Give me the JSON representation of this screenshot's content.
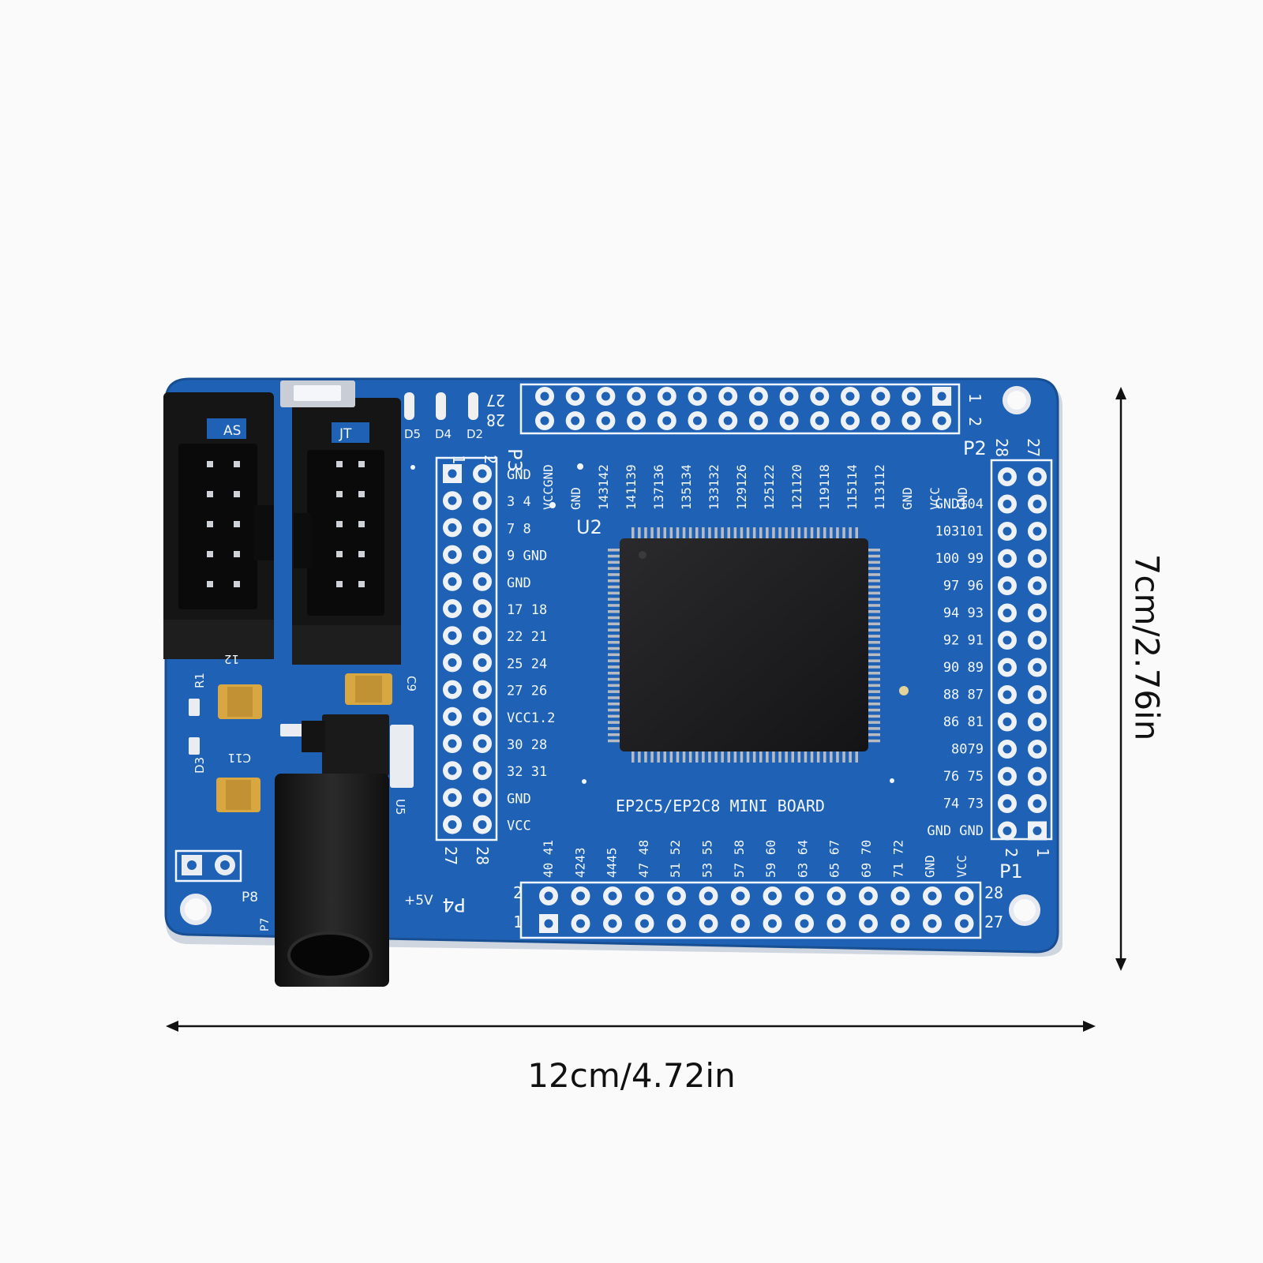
{
  "photo": {
    "dimensions": {
      "width": "12cm/4.72in",
      "height": "7cm/2.76in"
    },
    "colors": {
      "background": "#fafafa",
      "pcb_blue": "#1f62b5",
      "pcb_edge": "#184f93",
      "silkscreen": "#f2f6ff",
      "chip": "#1c1c1e",
      "connector": "#151515",
      "capacitor": "#d8a742"
    },
    "board": {
      "title": "EP2C5/EP2C8 MINI BOARD",
      "chip_label": "U2",
      "connectors": {
        "as": "AS",
        "jtag": "JT",
        "p1": "P1",
        "p2": "P2",
        "p3": "P3",
        "p4": "P4",
        "p7": "P7",
        "p8": "P8"
      },
      "components": {
        "r1": "R1",
        "d3": "D3",
        "d5": "D5",
        "d4": "D4",
        "d2": "D2",
        "c11": "C11",
        "c12": "12",
        "c9": "C9",
        "u5": "U5",
        "plus5v": "+5V"
      },
      "header_numbers": {
        "n1": "1",
        "n2": "2",
        "n27": "27",
        "n28": "28"
      },
      "left_header_labels": [
        "GND",
        "3  4",
        "7  8",
        "9 GND",
        "GND",
        "17 18",
        "22 21",
        "25 24",
        "27 26",
        "VCC1.2",
        "30 28",
        "32 31",
        "GND",
        "VCC"
      ],
      "top_header_labels": [
        "VCCGND",
        "GND",
        "143142",
        "141139",
        "137136",
        "135134",
        "133132",
        "129126",
        "125122",
        "121120",
        "119118",
        "115114",
        "113112",
        "GND",
        "VCC",
        "GND"
      ],
      "right_header_labels": [
        "GND104",
        "103101",
        "100 99",
        "97 96",
        "94 93",
        "92 91",
        "90 89",
        "88 87",
        "86 81",
        "8079",
        "76 75",
        "74 73",
        "GND GND"
      ],
      "bottom_header_labels": [
        "40 41",
        "4243",
        "4445",
        "47 48",
        "51 52",
        "53 55",
        "57 58",
        "59 60",
        "63 64",
        "65 67",
        "69 70",
        "71 72",
        "GND",
        "VCC"
      ]
    }
  }
}
